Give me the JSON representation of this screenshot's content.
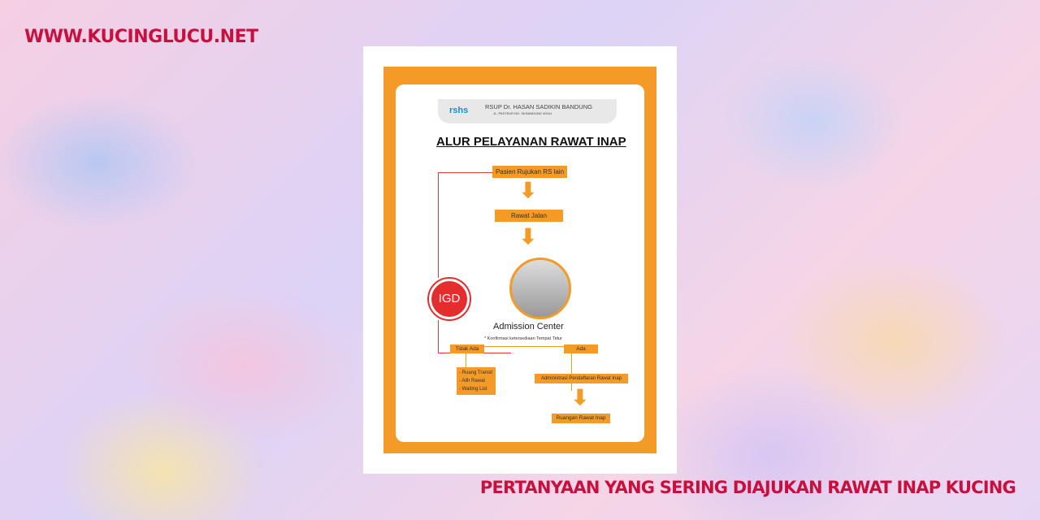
{
  "site": "WWW.KUCINGLUCU.NET",
  "headline": "PERTANYAAN YANG SERING DIAJUKAN RAWAT INAP KUCING",
  "poster": {
    "logo": "rshs",
    "hospital": "RSUP Dr. HASAN SADIKIN BANDUNG",
    "address": "JL. PASTEUR NO. 38 BANDUNG 40161",
    "title": "ALUR PELAYANAN RAWAT INAP",
    "step1": "Pasien Rujukan RS lain",
    "step2": "Rawat Jalan",
    "igd": "IGD",
    "admission": "Admission Center",
    "note": "* Konfirmasi ketersediaan Tempat Tidur",
    "no": "Tidak Ada",
    "yes": "Ada",
    "options": [
      "- Ruang Transit",
      "- Alih Rawat",
      "- Waiting List"
    ],
    "admin": "Administrasi Pendaftaran Rawat Inap",
    "room": "Ruangan Rawat Inap"
  }
}
